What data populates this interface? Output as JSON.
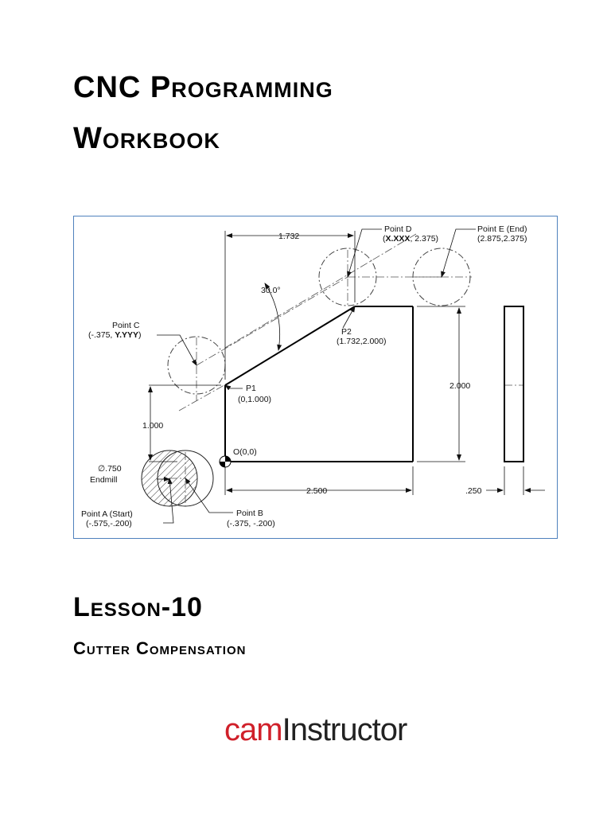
{
  "title": {
    "line1": "CNC Programming",
    "line2": "Workbook"
  },
  "figure": {
    "dim_top": "1.732",
    "angle": "30.0°",
    "dim_height": "2.000",
    "dim_left": "1.000",
    "dim_bottom": "2.500",
    "dim_thickness": ".250",
    "point_d": {
      "label": "Point D",
      "coord_bold": "X.XXX",
      "coord_rest": ", 2.375)"
    },
    "point_e": {
      "label": "Point E (End)",
      "coord": "(2.875,2.375)"
    },
    "point_c": {
      "label": "Point C",
      "coord_pre": "(-.375, ",
      "coord_bold": "Y.YYY",
      "coord_post": ")"
    },
    "p1": {
      "label": "P1",
      "coord": "(0,1.000)"
    },
    "p2": {
      "label": "P2",
      "coord": "(1.732,2.000)"
    },
    "origin": "O(0,0)",
    "endmill": {
      "size": "∅.750",
      "label": "Endmill"
    },
    "point_a": {
      "label": "Point A (Start)",
      "coord": "(-.575,-.200)"
    },
    "point_b": {
      "label": "Point B",
      "coord": "(-.375, -.200)"
    }
  },
  "lesson": {
    "title": "Lesson-10",
    "subtitle": "Cutter Compensation"
  },
  "logo": {
    "part1": "cam",
    "part2": "Instructor"
  }
}
